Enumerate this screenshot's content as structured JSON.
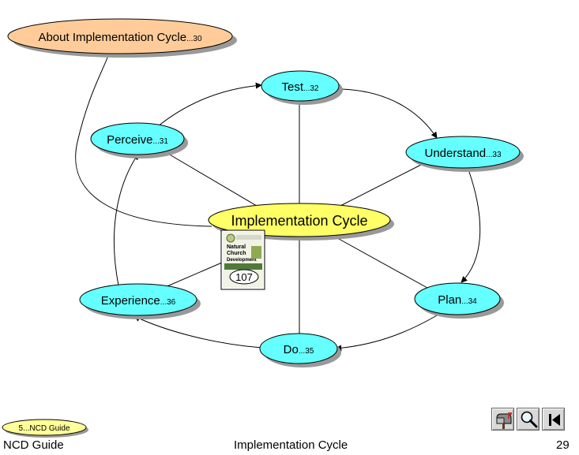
{
  "diagram": {
    "about_node": {
      "label": "About Implementation Cycle",
      "page": "...30"
    },
    "center_node": {
      "label": "Implementation Cycle"
    },
    "nodes": {
      "test": {
        "label": "Test",
        "page": "...32"
      },
      "perceive": {
        "label": "Perceive",
        "page": "...31"
      },
      "understand": {
        "label": "Understand",
        "page": "...33"
      },
      "plan": {
        "label": "Plan",
        "page": "...34"
      },
      "do": {
        "label": "Do",
        "page": "...35"
      },
      "experience": {
        "label": "Experience",
        "page": "...36"
      }
    },
    "book": {
      "title_line1": "Natural",
      "title_line2": "Church",
      "title_line3": "Development",
      "page_badge": "107"
    }
  },
  "footer": {
    "link_badge": "5...NCD Guide",
    "left": "NCD Guide",
    "center": "Implementation Cycle",
    "page_number": "29"
  },
  "colors": {
    "cyan_node": "#66ffff",
    "yellow_center": "#ffff66",
    "orange_about": "#ffcc99",
    "shadow": "#999999"
  },
  "icons": [
    "mailbox-icon",
    "magnifier-icon",
    "first-page-icon"
  ]
}
